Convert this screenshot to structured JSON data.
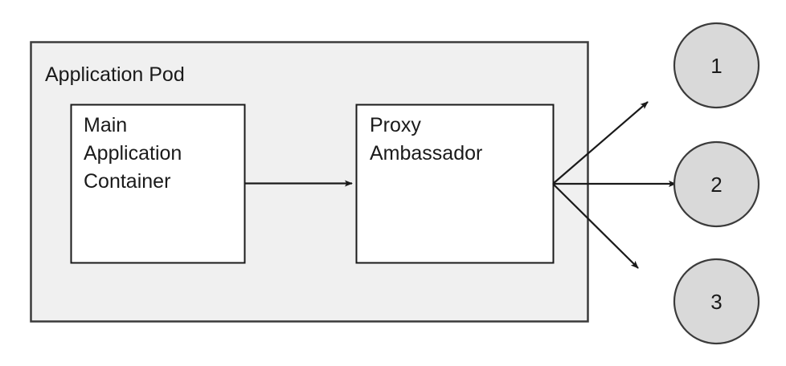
{
  "diagram": {
    "title_text": "Application Pod",
    "background_color": "#ffffff",
    "pod": {
      "label": "Application Pod",
      "fill": "#f0f0f0",
      "stroke": "#3b3b3b"
    },
    "containers": [
      {
        "id": "main-application-container",
        "lines": [
          "Main",
          "Application",
          "Container"
        ],
        "line1": "Main",
        "line2": "Application",
        "line3": "Container",
        "fill": "#ffffff",
        "stroke": "#1a1a1a"
      },
      {
        "id": "proxy-ambassador-container",
        "lines": [
          "Proxy",
          "Ambassador"
        ],
        "line1": "Proxy",
        "line2": "Ambassador",
        "fill": "#ffffff",
        "stroke": "#1a1a1a"
      }
    ],
    "endpoints": [
      {
        "id": "endpoint-1",
        "label": "1",
        "fill": "#d9d9d9",
        "stroke": "#3b3b3b"
      },
      {
        "id": "endpoint-2",
        "label": "2",
        "fill": "#d9d9d9",
        "stroke": "#3b3b3b"
      },
      {
        "id": "endpoint-3",
        "label": "3",
        "fill": "#d9d9d9",
        "stroke": "#3b3b3b"
      }
    ],
    "connectors": [
      {
        "id": "main-to-proxy",
        "from": "main-application-container",
        "to": "proxy-ambassador-container",
        "label": ""
      },
      {
        "id": "proxy-to-endpoint-1",
        "from": "proxy-ambassador-container",
        "to": "endpoint-1",
        "label": ""
      },
      {
        "id": "proxy-to-endpoint-2",
        "from": "proxy-ambassador-container",
        "to": "endpoint-2",
        "label": ""
      },
      {
        "id": "proxy-to-endpoint-3",
        "from": "proxy-ambassador-container",
        "to": "endpoint-3",
        "label": ""
      }
    ],
    "colors": {
      "line": "#1a1a1a",
      "pod_fill": "#f0f0f0",
      "circle_fill": "#d9d9d9",
      "text": "#1a1a1a"
    }
  }
}
